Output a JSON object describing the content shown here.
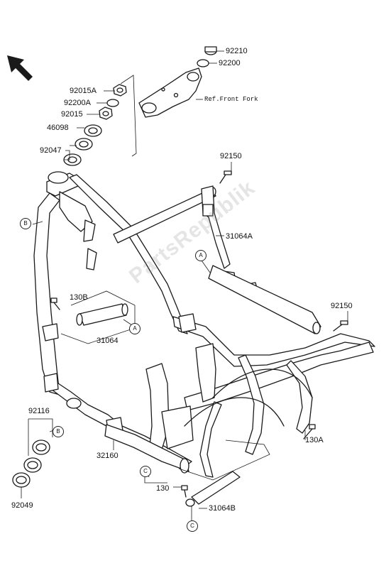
{
  "labels": {
    "p92210": "92210",
    "p92200": "92200",
    "ref_front_fork": "Ref.Front Fork",
    "p92015a": "92015A",
    "p92200a": "92200A",
    "p92015": "92015",
    "p46098": "46098",
    "p92047": "92047",
    "p92150_top": "92150",
    "p31064a": "31064A",
    "p130b": "130B",
    "p31064": "31064",
    "p92150_right": "92150",
    "p92116": "92116",
    "p92049": "92049",
    "p32160": "32160",
    "p130a": "130A",
    "p130": "130",
    "p31064b": "31064B"
  },
  "callouts": {
    "a": "A",
    "b": "B",
    "c": "C"
  },
  "watermark": "PartsRepublik",
  "colors": {
    "line": "#1a1a1a",
    "fill": "#ffffff",
    "watermark": "#969696"
  }
}
